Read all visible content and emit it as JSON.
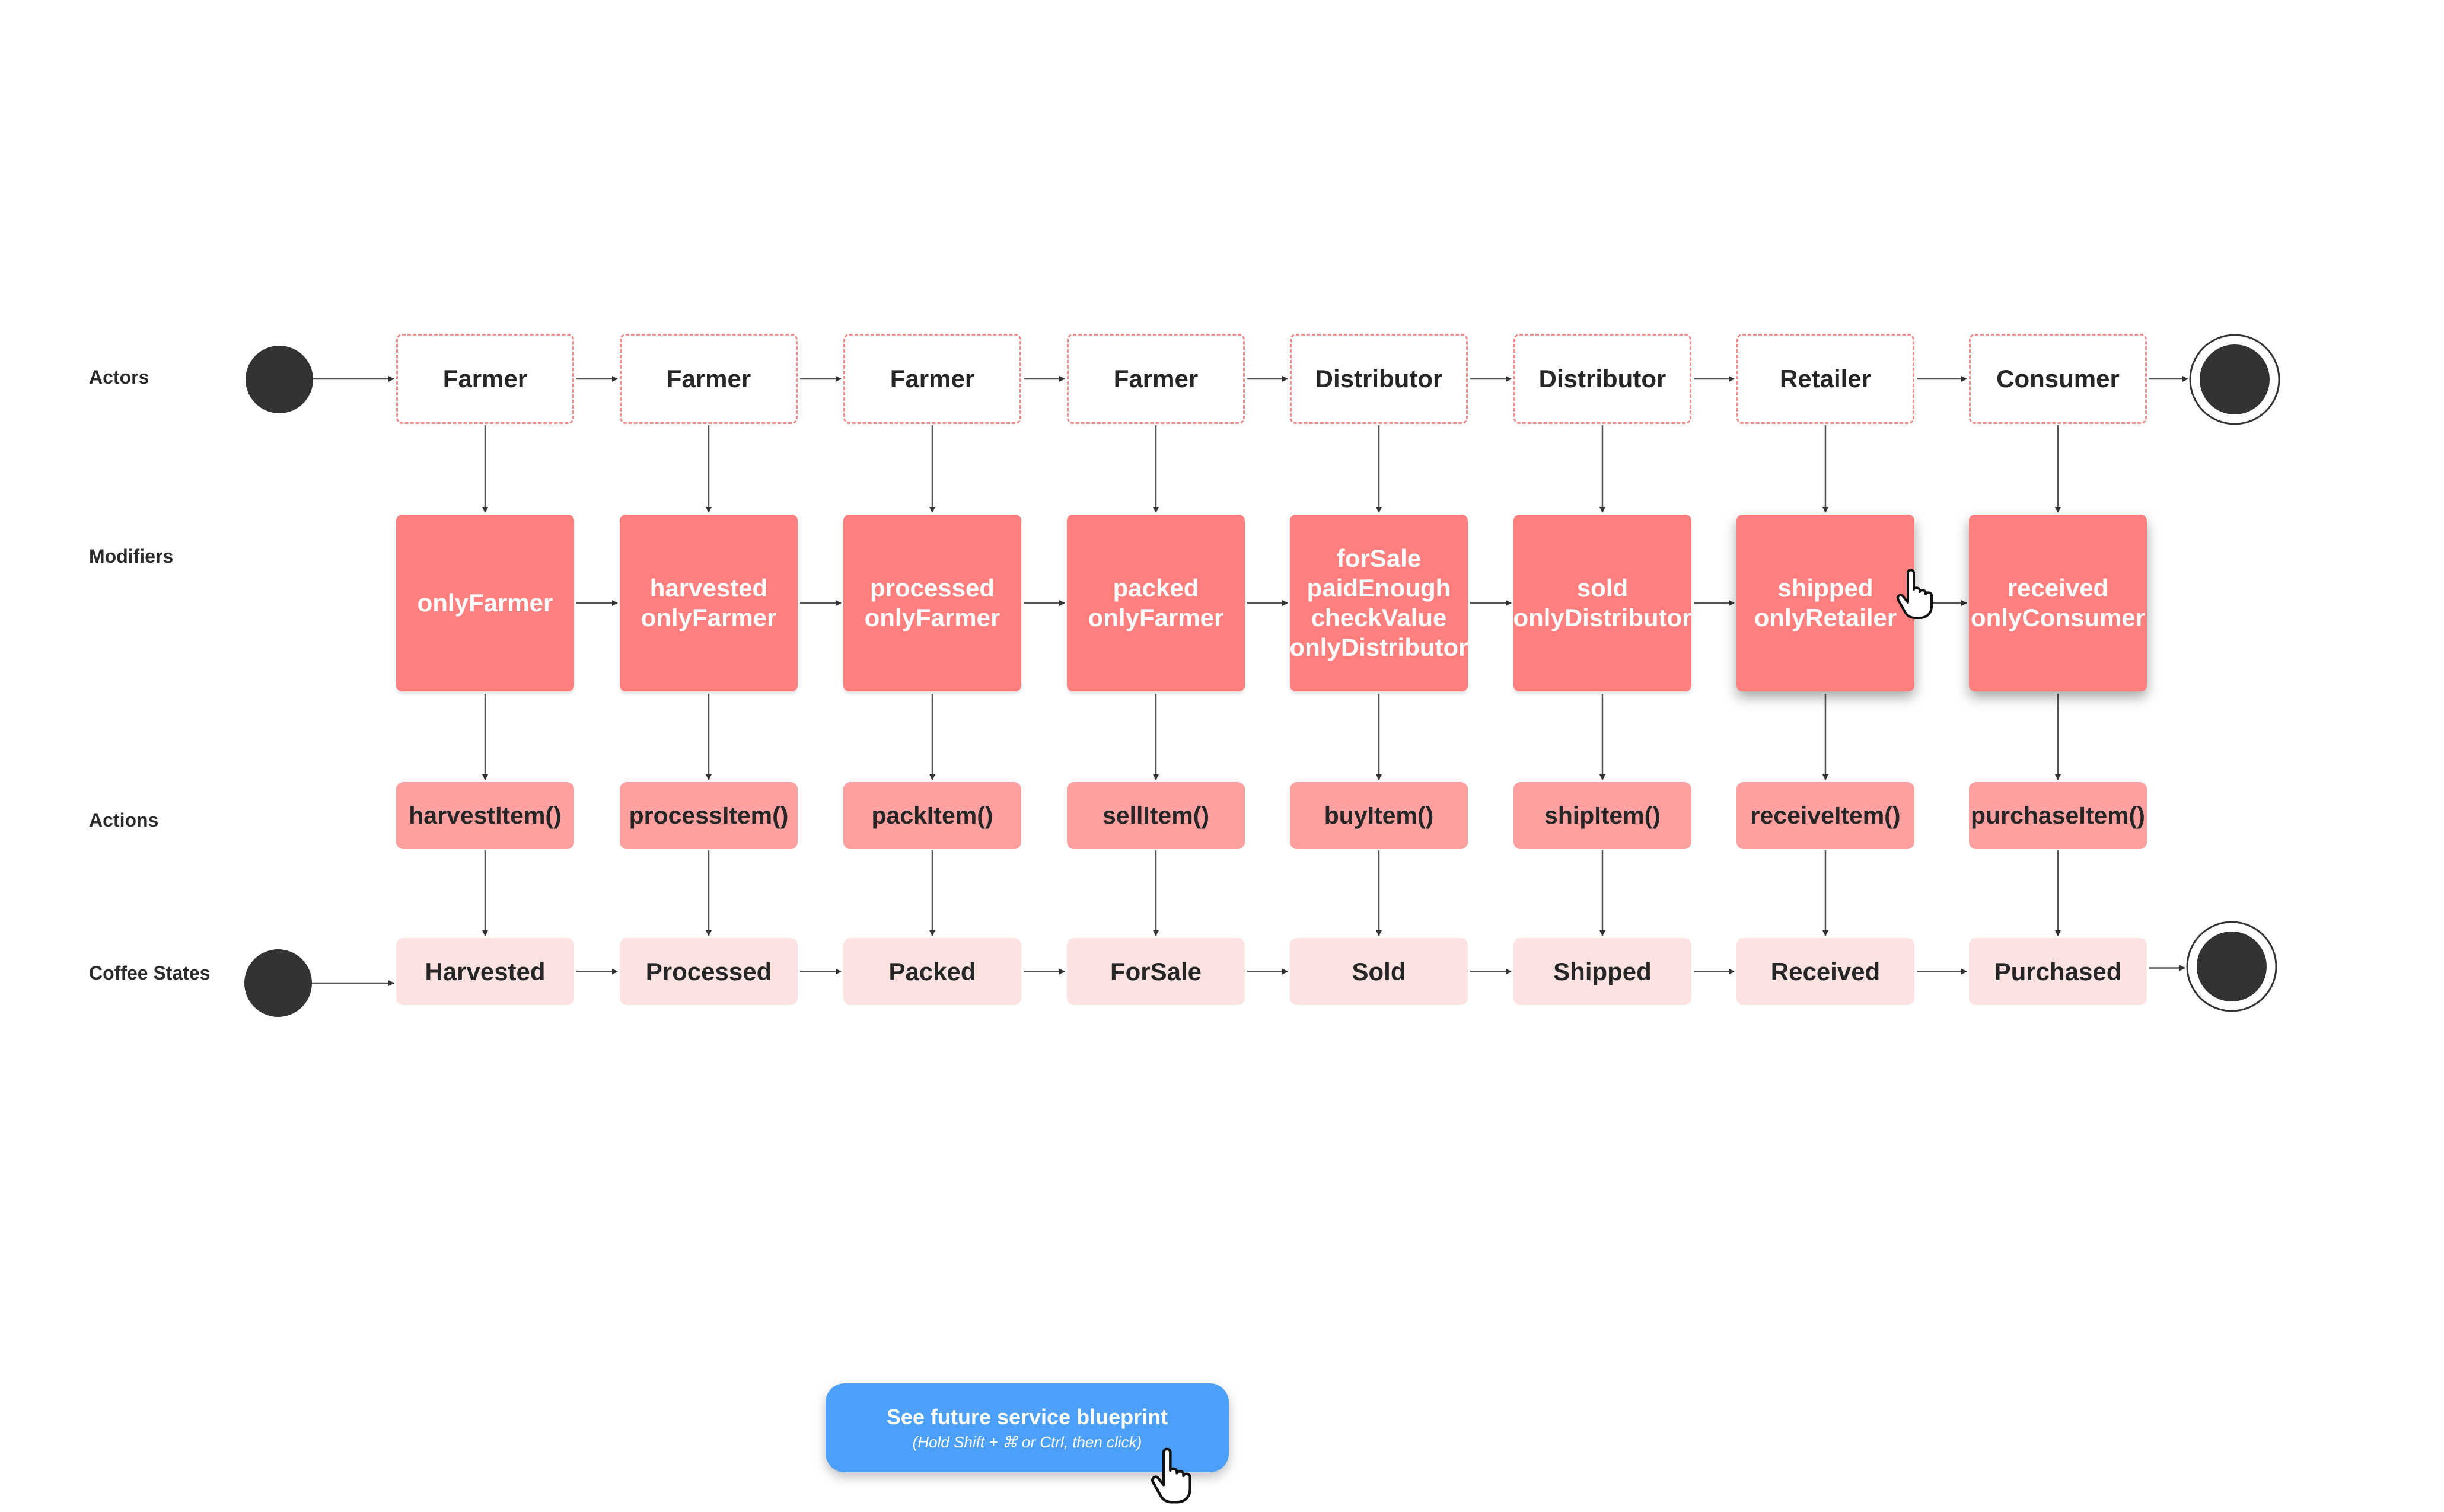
{
  "rows": {
    "actors": "Actors",
    "modifiers": "Modifiers",
    "actions": "Actions",
    "coffee_states": "Coffee States"
  },
  "actors": [
    "Farmer",
    "Farmer",
    "Farmer",
    "Farmer",
    "Distributor",
    "Distributor",
    "Retailer",
    "Consumer"
  ],
  "modifiers": [
    [
      "onlyFarmer"
    ],
    [
      "harvested",
      "onlyFarmer"
    ],
    [
      "processed",
      "onlyFarmer"
    ],
    [
      "packed",
      "onlyFarmer"
    ],
    [
      "forSale",
      "paidEnough",
      "checkValue",
      "onlyDistributor"
    ],
    [
      "sold",
      "onlyDistributor"
    ],
    [
      "shipped",
      "onlyRetailer"
    ],
    [
      "received",
      "onlyConsumer"
    ]
  ],
  "actions": [
    "harvestItem()",
    "processItem()",
    "packItem()",
    "sellItem()",
    "buyItem()",
    "shipItem()",
    "receiveItem()",
    "purchaseItem()"
  ],
  "states": [
    "Harvested",
    "Processed",
    "Packed",
    "ForSale",
    "Sold",
    "Shipped",
    "Received",
    "Purchased"
  ],
  "cta": {
    "title": "See future service blueprint",
    "subtitle": "(Hold Shift + ⌘ or Ctrl, then click)"
  },
  "icons": {
    "start": "start-node-icon",
    "end": "end-node-icon",
    "cursor": "hand-pointer-icon"
  },
  "colors": {
    "actor_border": "#ef8d8f",
    "modifier_fill": "#ff7f7e",
    "action_fill": "#fea0a0",
    "state_fill": "#fde2e2",
    "node_fill": "#333333",
    "connector": "#555555",
    "cta_fill": "#4da0fa"
  }
}
